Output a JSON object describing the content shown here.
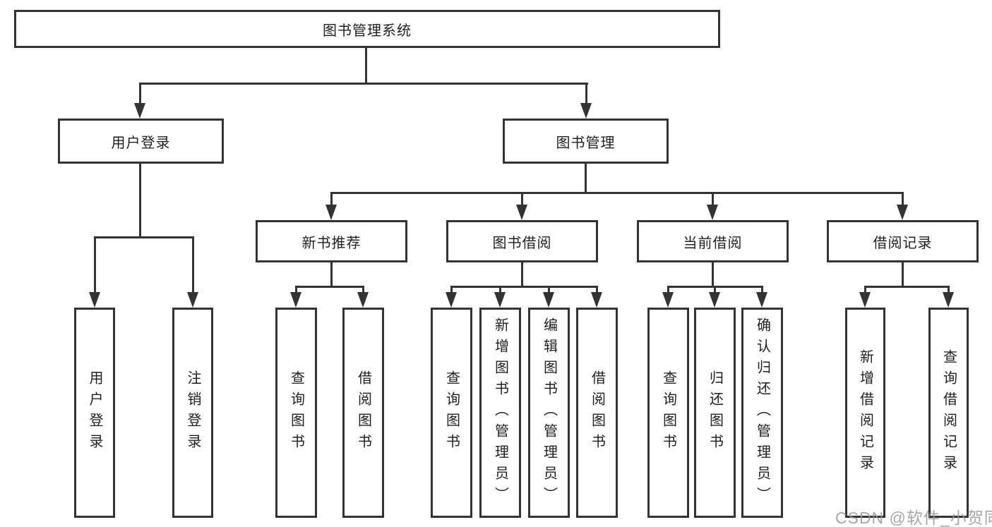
{
  "diagram": {
    "root": {
      "label": "图书管理系统"
    },
    "level1": [
      {
        "label": "用户登录"
      },
      {
        "label": "图书管理"
      }
    ],
    "level2": [
      {
        "label": "新书推荐"
      },
      {
        "label": "图书借阅"
      },
      {
        "label": "当前借阅"
      },
      {
        "label": "借阅记录"
      }
    ],
    "leaves": {
      "login": [
        "用户登录",
        "注销登录"
      ],
      "recommend": [
        "查询图书",
        "借阅图书"
      ],
      "borrow": [
        "查询图书",
        "新增图书（管理员）",
        "编辑图书（管理员）",
        "借阅图书"
      ],
      "current": [
        "查询图书",
        "归还图书",
        "确认归还（管理员）"
      ],
      "records": [
        "新增借阅记录",
        "查询借阅记录"
      ]
    },
    "watermark": "CSDN @软件_小贺同学",
    "colors": {
      "line": "#333333",
      "text": "#1f1f1f",
      "watermark": "#969696",
      "background": "#ffffff"
    }
  }
}
